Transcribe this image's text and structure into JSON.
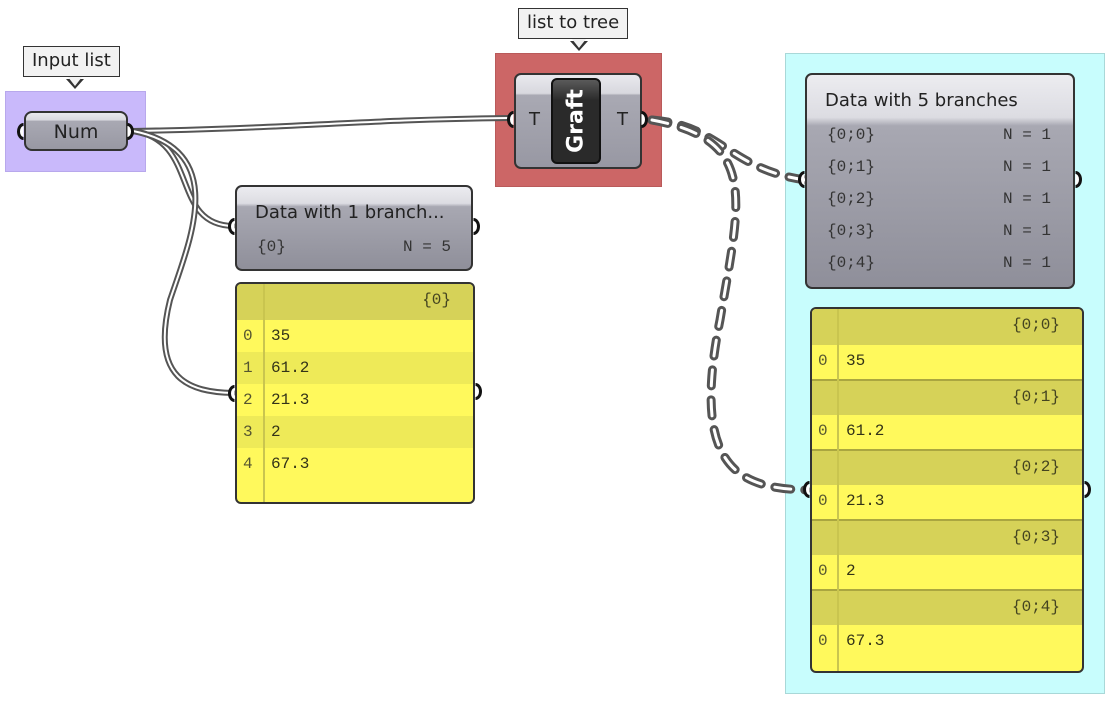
{
  "canvas": {
    "background": "#ffffff"
  },
  "groups": [
    {
      "name": "input-group",
      "color": "#c9b9fb",
      "label": "Input list"
    },
    {
      "name": "graft-group",
      "color": "#cc6666",
      "label": "list to tree"
    },
    {
      "name": "output-group",
      "color": "#c8fdfd",
      "label": ""
    }
  ],
  "num_param": {
    "label": "Num"
  },
  "graft": {
    "label": "Graft",
    "input": "T",
    "output": "T"
  },
  "panel_one": {
    "title": "Data with 1 branch...",
    "branches": [
      {
        "path": "{0}",
        "count": "N = 5"
      }
    ]
  },
  "list_one": {
    "header": "{0}",
    "items": [
      {
        "index": "0",
        "value": "35"
      },
      {
        "index": "1",
        "value": "61.2"
      },
      {
        "index": "2",
        "value": "21.3"
      },
      {
        "index": "3",
        "value": "2"
      },
      {
        "index": "4",
        "value": "67.3"
      }
    ]
  },
  "panel_five": {
    "title": "Data with 5 branches",
    "branches": [
      {
        "path": "{0;0}",
        "count": "N = 1"
      },
      {
        "path": "{0;1}",
        "count": "N = 1"
      },
      {
        "path": "{0;2}",
        "count": "N = 1"
      },
      {
        "path": "{0;3}",
        "count": "N = 1"
      },
      {
        "path": "{0;4}",
        "count": "N = 1"
      }
    ]
  },
  "list_five": {
    "branches": [
      {
        "path": "{0;0}",
        "index": "0",
        "value": "35"
      },
      {
        "path": "{0;1}",
        "index": "0",
        "value": "61.2"
      },
      {
        "path": "{0;2}",
        "index": "0",
        "value": "21.3"
      },
      {
        "path": "{0;3}",
        "index": "0",
        "value": "2"
      },
      {
        "path": "{0;4}",
        "index": "0",
        "value": "67.3"
      }
    ]
  },
  "colors": {
    "wire": "#555555",
    "panel_yellow": "#fff95c",
    "branch_header": "#d6d258"
  }
}
